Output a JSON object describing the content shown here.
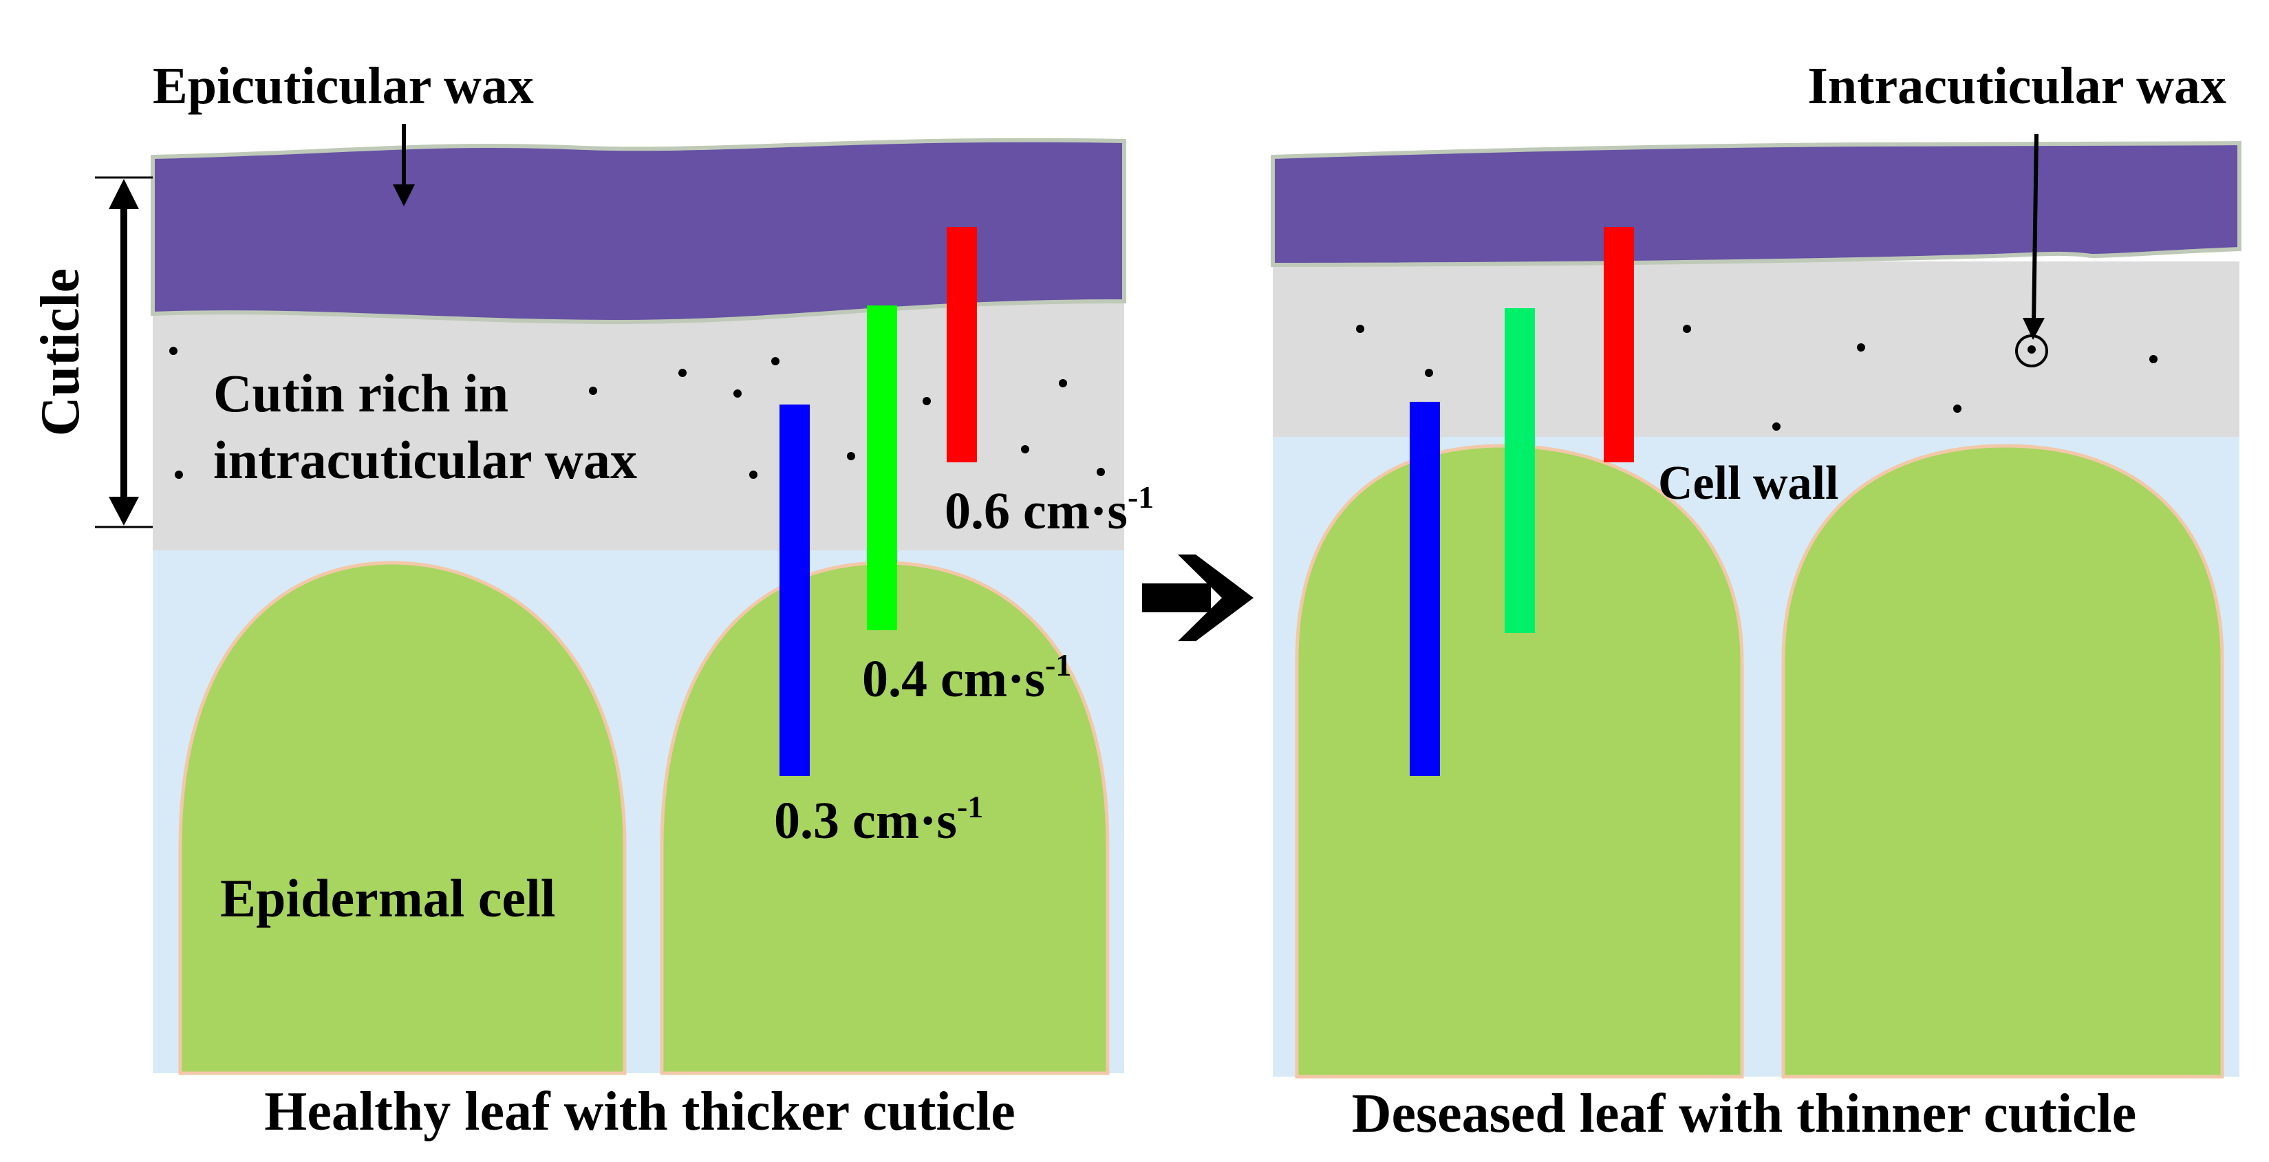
{
  "labels": {
    "epicuticular_wax": "Epicuticular wax",
    "intracuticular_wax": "Intracuticular wax",
    "cuticle": "Cuticle",
    "cutin_line1": "Cutin rich in",
    "cutin_line2": "intracuticular wax",
    "epidermal_cell": "Epidermal cell",
    "cell_wall": "Cell wall"
  },
  "rates": {
    "red": {
      "value": "0.6 cm·s",
      "exp": "-1",
      "color": "#ff0000"
    },
    "green": {
      "value": "0.4 cm·s",
      "exp": "-1",
      "color": "#00ff00"
    },
    "blue": {
      "value": "0.3 cm·s",
      "exp": "-1",
      "color": "#0000ff"
    }
  },
  "captions": {
    "left": "Healthy leaf with thicker cuticle",
    "right": "Deseased leaf with thinner cuticle"
  },
  "colors": {
    "epicuticular_wax": "#6651a4",
    "cutin_layer": "#dcdcdc",
    "cell_wall_bg": "#d8eaf7",
    "epidermal_cell": "#a8d460",
    "cell_outline": "#f2c8a8",
    "green_bar_right": "#00f06a"
  }
}
